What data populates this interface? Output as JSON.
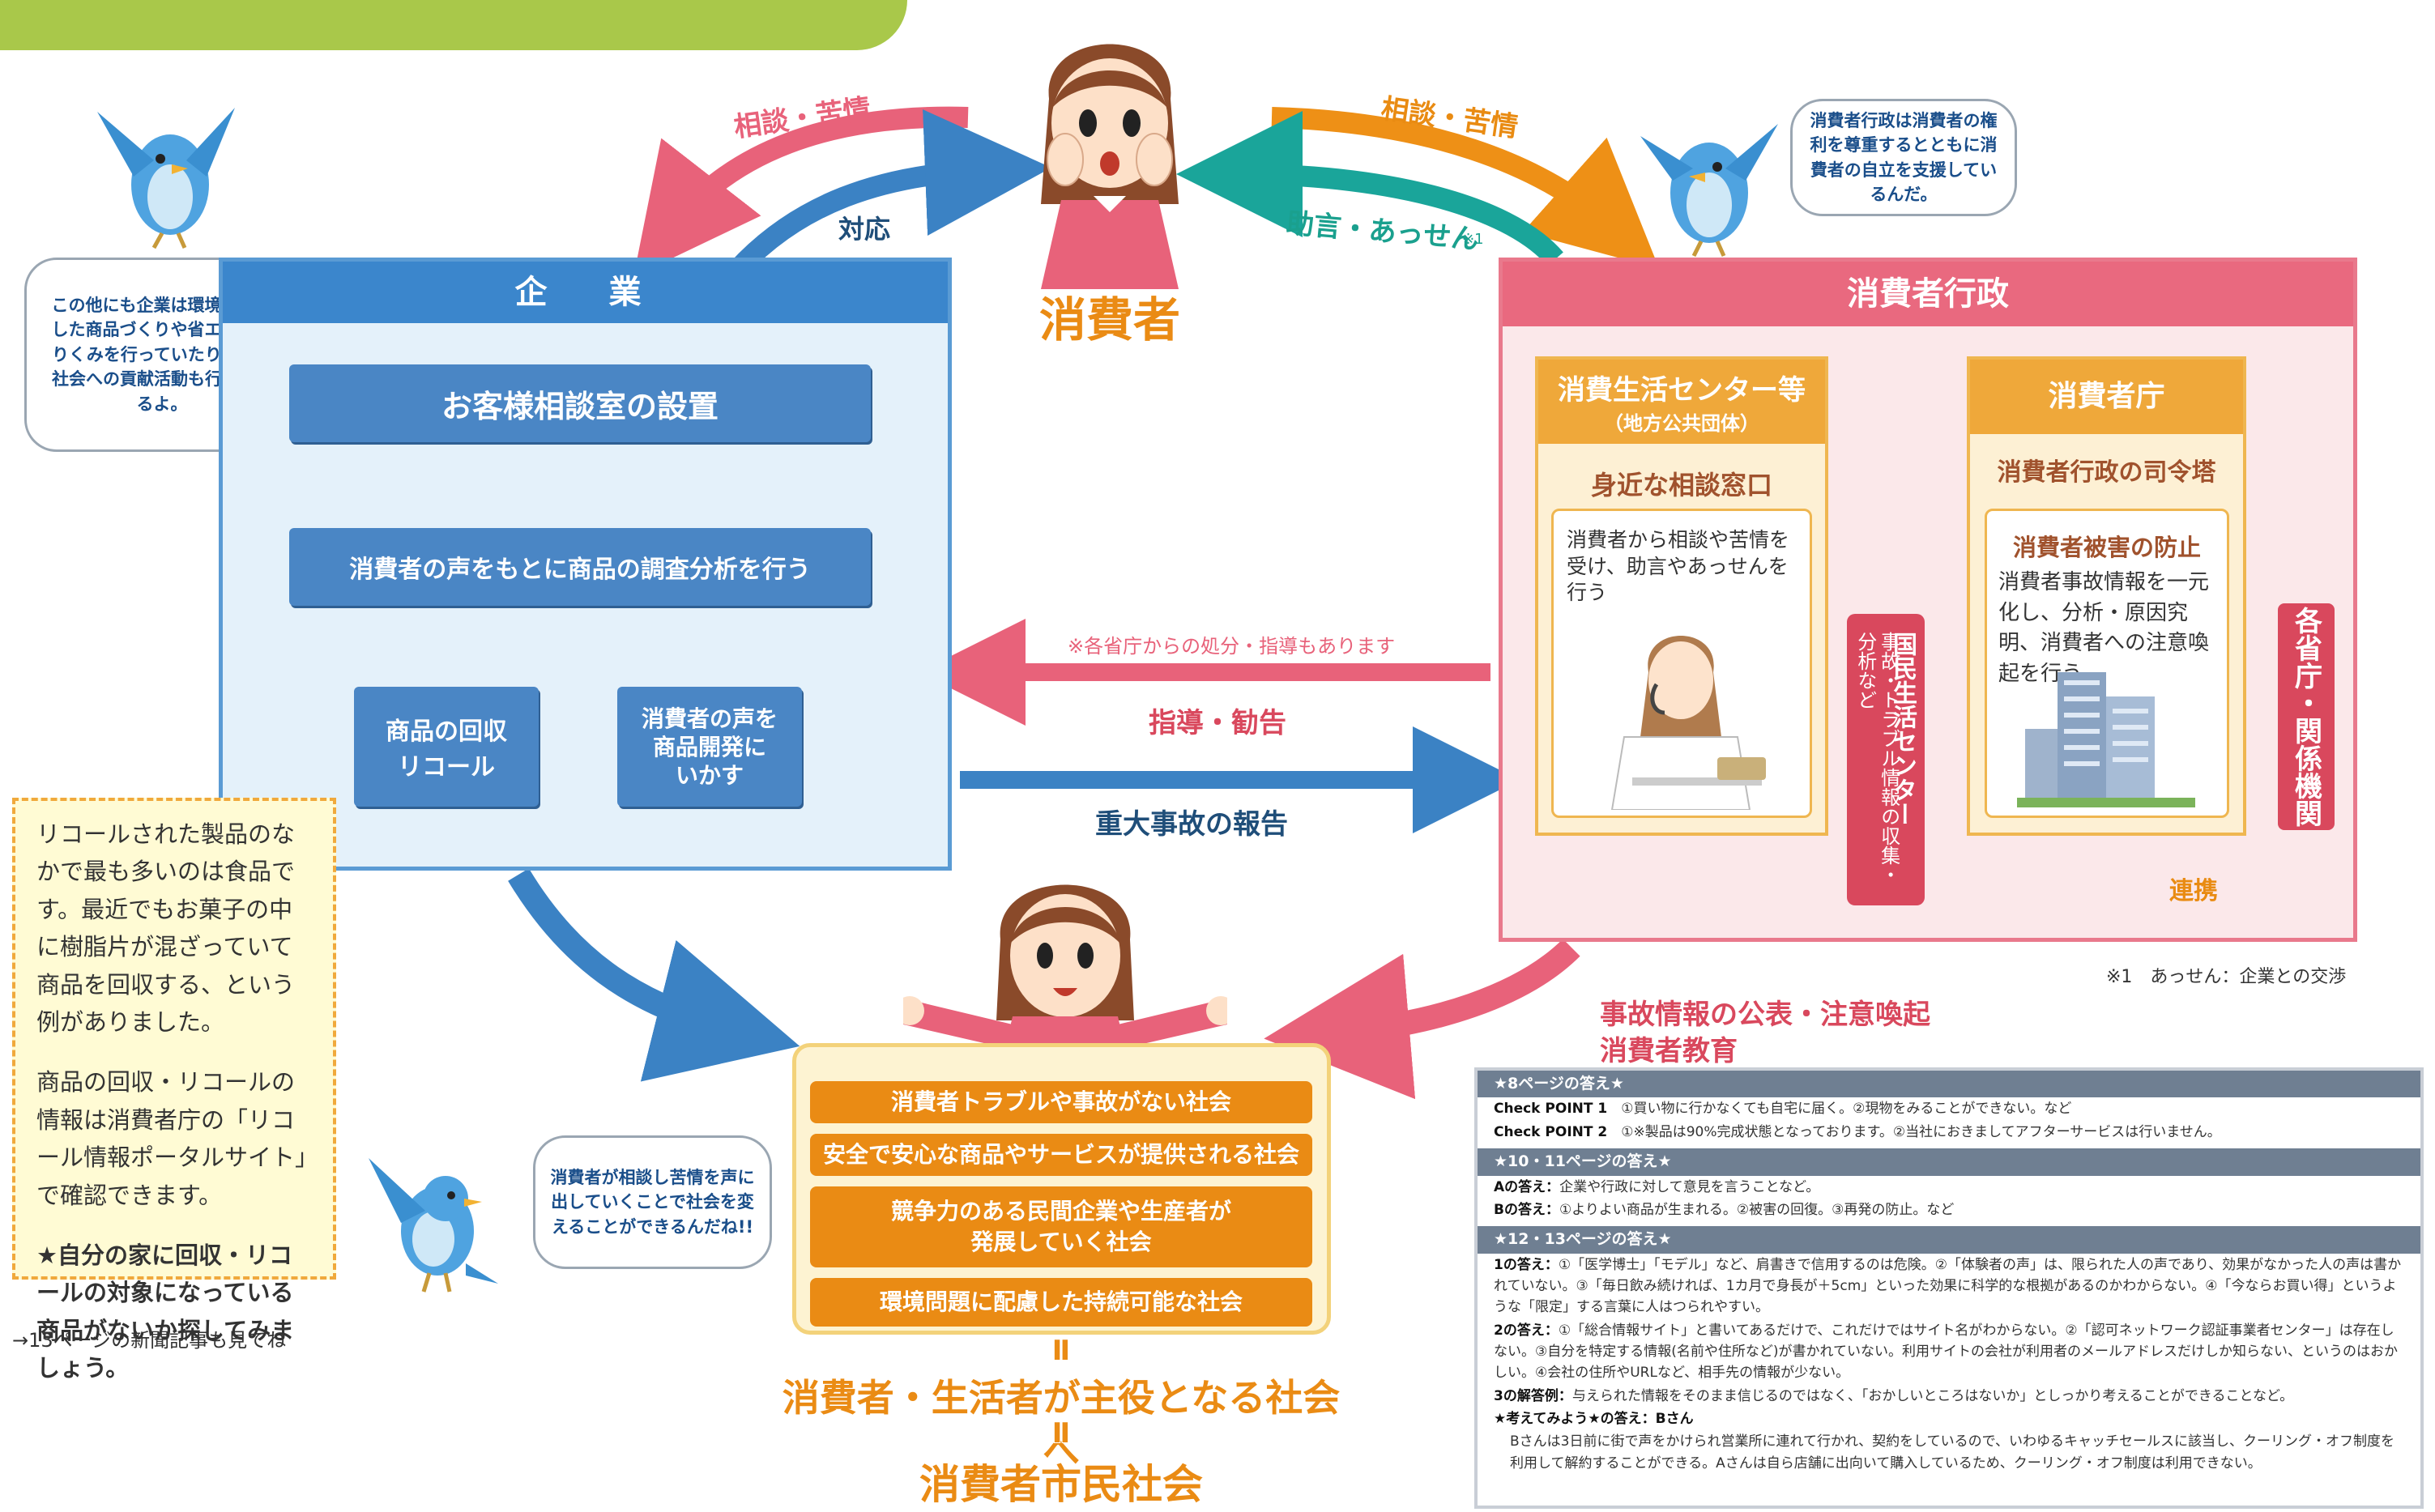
{
  "consumer": {
    "label": "消費者"
  },
  "arrows": {
    "consult_left": "相談・苦情",
    "consult_right": "相談・苦情",
    "response": "対応",
    "advice": "助言・あっせん",
    "advice_note_mark": "※1",
    "guidance_note": "※各省庁からの処分・指導もあります",
    "guidance": "指導・勧告",
    "accident_report": "重大事故の報告",
    "publication": "事故情報の公表・注意喚起",
    "education": "消費者教育"
  },
  "company": {
    "header": "企　業",
    "box1": "お客様相談室の設置",
    "box2": "消費者の声をもとに商品の調査分析を行う",
    "box3": "商品の回収\nリコール",
    "box4": "消費者の声を\n商品開発に\nいかす"
  },
  "admin": {
    "header": "消費者行政",
    "center": {
      "title": "消費生活センター等",
      "subtitle": "（地方公共団体）",
      "window": "身近な相談窓口",
      "desc": "消費者から相談や苦情を受け、助言やあっせんを行う"
    },
    "agency": {
      "title": "消費者庁",
      "role": "消費者行政の司令塔",
      "prevention": "消費者被害の防止",
      "desc": "消費者事故情報を一元化し、分析・原因究明、消費者への注意喚起を行う"
    },
    "ncac": {
      "title": "国民生活センター",
      "desc": "事故・トラブル情報の収集・分析など"
    },
    "ministries": "各省庁・関係機関",
    "cooperation": "連携"
  },
  "footnote": "※1　あっせん：企業との交渉",
  "bubbles": {
    "left": "この他にも企業は環境に配慮した商品づくりや省エネのとりくみを行っていたり、地域社会への貢献活動も行っているよ。",
    "right": "消費者行政は消費者の権利を尊重するとともに消費者の自立を支援しているんだ。",
    "bottom": "消費者が相談し苦情を声に出していくことで社会を変えることができるんだね!!"
  },
  "note": {
    "p1": "リコールされた製品のなかで最も多いのは食品です。最近でもお菓子の中に樹脂片が混ざっていて商品を回収する、という例がありました。",
    "p2": "商品の回収・リコールの情報は消費者庁の「リコール情報ポータルサイト」で確認できます。",
    "p3": "★自分の家に回収・リコールの対象になっている商品がないか探してみましょう。"
  },
  "see_also": "→13ページの新聞記事も見てね",
  "society": {
    "items": [
      "消費者トラブルや事故がない社会",
      "安全で安心な商品やサービスが提供される社会",
      "競争力のある民間企業や生産者が\n発展していく社会",
      "環境問題に配慮した持続可能な社会"
    ],
    "eq": "Ⅱ",
    "goal": "消費者・生活者が主役となる社会へ",
    "final": "消費者市民社会"
  },
  "answers": {
    "p8_title": "★8ページの答え★",
    "p8_cp1_label": "Check POINT 1",
    "p8_cp1": "①買い物に行かなくても自宅に届く。②現物をみることができない。など",
    "p8_cp2_label": "Check POINT 2",
    "p8_cp2": "①※製品は90%完成状態となっております。②当社におきましてアフターサービスは行いません。",
    "p10_title": "★10・11ページの答え★",
    "p10_a_label": "Aの答え：",
    "p10_a": "企業や行政に対して意見を言うことなど。",
    "p10_b_label": "Bの答え：",
    "p10_b": "①よりよい商品が生まれる。②被害の回復。③再発の防止。など",
    "p12_title": "★12・13ページの答え★",
    "p12_1_label": "1の答え：",
    "p12_1": "①「医学博士」「モデル」など、肩書きで信用するのは危険。②「体験者の声」は、限られた人の声であり、効果がなかった人の声は書かれていない。③「毎日飲み続ければ、1カ月で身長が＋5cm」といった効果に科学的な根拠があるのかわからない。④「今ならお買い得」というような「限定」する言葉に人はつられやすい。",
    "p12_2_label": "2の答え：",
    "p12_2": "①「総合情報サイト」と書いてあるだけで、これだけではサイト名がわからない。②「認可ネットワーク認証事業者センター」は存在しない。③自分を特定する情報(名前や住所など)が書かれていない。利用サイトの会社が利用者のメールアドレスだけしか知らない、というのはおかしい。④会社の住所やURLなど、相手先の情報が少ない。",
    "p12_3_label": "3の解答例：",
    "p12_3": "与えられた情報をそのまま信じるのではなく、「おかしいところはないか」としっかり考えることができることなど。",
    "think_label": "★考えてみよう★の答え：Bさん",
    "think": "Bさんは3日前に街で声をかけられ営業所に連れて行かれ、契約をしているので、いわゆるキャッチセールスに該当し、クーリング・オフ制度を利用して解約することができる。Aさんは自ら店舗に出向いて購入しているため、クーリング・オフ制度は利用できない。"
  },
  "colors": {
    "pink": "#e8627a",
    "teal": "#1aa08e",
    "orange": "#e98b12",
    "blue": "#3b82c4",
    "company": "#3b86cc",
    "admin": "#e9697f"
  },
  "icons": [
    "bird-icon",
    "consumer-girl-icon",
    "office-building-icon",
    "phone-operator-icon"
  ]
}
